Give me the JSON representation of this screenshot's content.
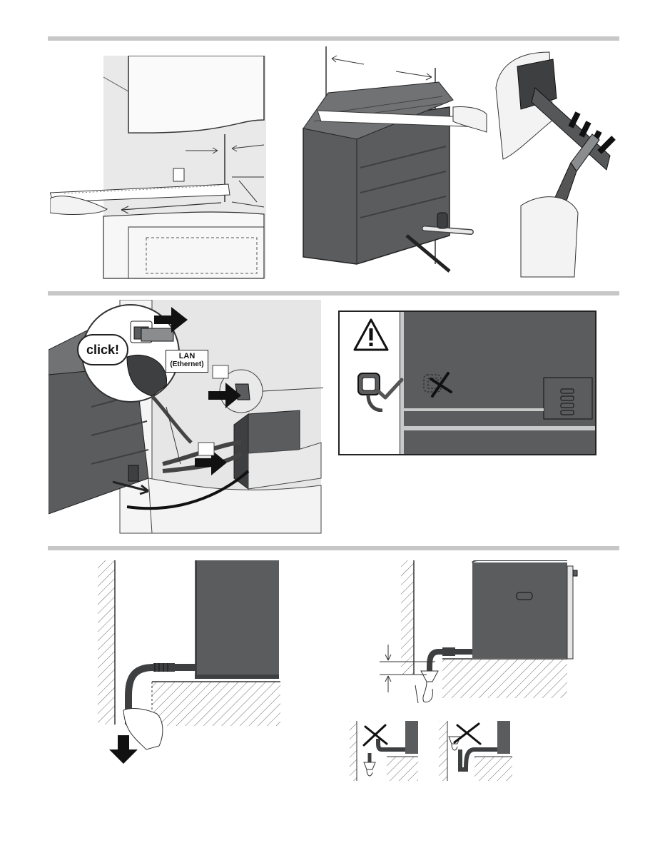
{
  "labels": {
    "click": "click!",
    "lan": "LAN",
    "ethernet": "(Ethernet)"
  },
  "icons": {
    "warning": "warning-icon",
    "check": "check-mark-icon",
    "cross": "cross-mark-icon",
    "arrow": "arrow-icon"
  },
  "colors": {
    "appliance": "#5a5c5e",
    "appliance_dark": "#3d3f41",
    "wall": "#e6e6e6",
    "separator": "#c7c7c7"
  }
}
